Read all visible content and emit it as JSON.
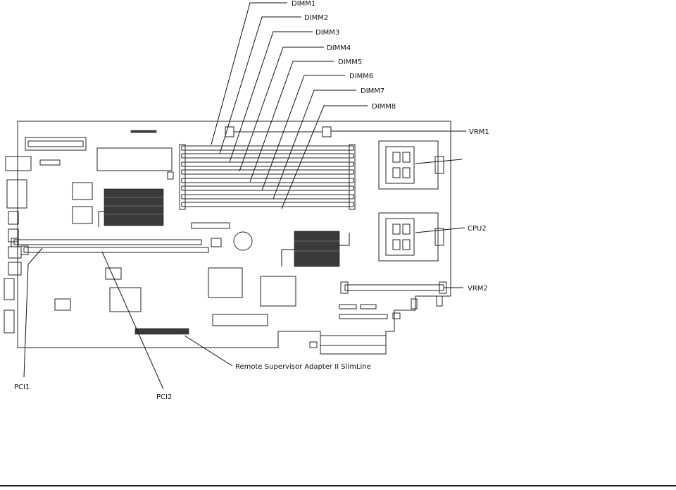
{
  "callouts": {
    "dimm1": "DIMM1",
    "dimm2": "DIMM2",
    "dimm3": "DIMM3",
    "dimm4": "DIMM4",
    "dimm5": "DIMM5",
    "dimm6": "DIMM6",
    "dimm7": "DIMM7",
    "dimm8": "DIMM8",
    "vrm1": "VRM1",
    "cpu2": "CPU2",
    "vrm2": "VRM2",
    "rsa": "Remote Supervisor Adapter II SlimLine",
    "pci1": "PCI1",
    "pci2": "PCI2"
  }
}
